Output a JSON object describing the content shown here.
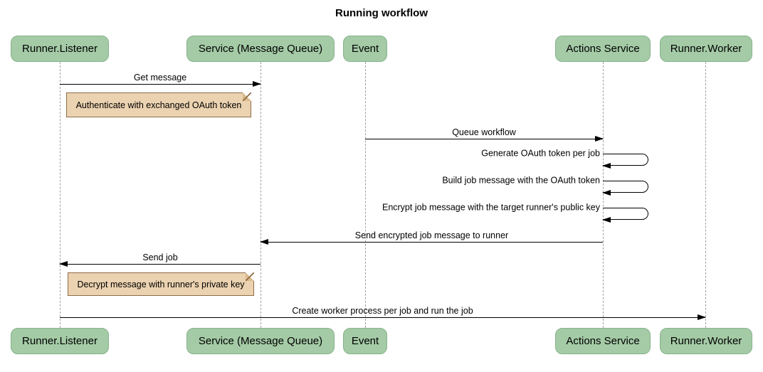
{
  "title": "Running workflow",
  "colors": {
    "background": "#ffffff",
    "text": "#000000",
    "participant_fill": "#a4cba6",
    "participant_border": "#87b28b",
    "note_fill": "#ebd2b0",
    "note_border": "#8c6d46",
    "note_fold": "#dcba8d",
    "lifeline": "#a0a0a0",
    "arrow": "#000000"
  },
  "participants": [
    {
      "label": "Runner.Listener"
    },
    {
      "label": "Service (Message Queue)"
    },
    {
      "label": "Event"
    },
    {
      "label": "Actions Service"
    },
    {
      "label": "Runner.Worker"
    }
  ],
  "messages": [
    {
      "label": "Get message",
      "from": "Runner.Listener",
      "to": "Service (Message Queue)",
      "type": "solid-arrow"
    },
    {
      "label": "Queue workflow",
      "from": "Event",
      "to": "Actions Service",
      "type": "solid-arrow"
    },
    {
      "label": "Generate OAuth token per job",
      "from": "Actions Service",
      "to": "Actions Service",
      "type": "self"
    },
    {
      "label": "Build job message with the OAuth token",
      "from": "Actions Service",
      "to": "Actions Service",
      "type": "self"
    },
    {
      "label": "Encrypt job message with the target runner's public key",
      "from": "Actions Service",
      "to": "Actions Service",
      "type": "self"
    },
    {
      "label": "Send encrypted job message to runner",
      "from": "Actions Service",
      "to": "Service (Message Queue)",
      "type": "solid-arrow"
    },
    {
      "label": "Send job",
      "from": "Service (Message Queue)",
      "to": "Runner.Listener",
      "type": "solid-arrow"
    },
    {
      "label": "Create worker process per job and run the job",
      "from": "Runner.Listener",
      "to": "Runner.Worker",
      "type": "solid-arrow"
    }
  ],
  "notes": [
    {
      "label": "Authenticate with exchanged OAuth token",
      "over": "Runner.Listener"
    },
    {
      "label": "Decrypt message with runner's private key",
      "over": "Runner.Listener"
    }
  ]
}
